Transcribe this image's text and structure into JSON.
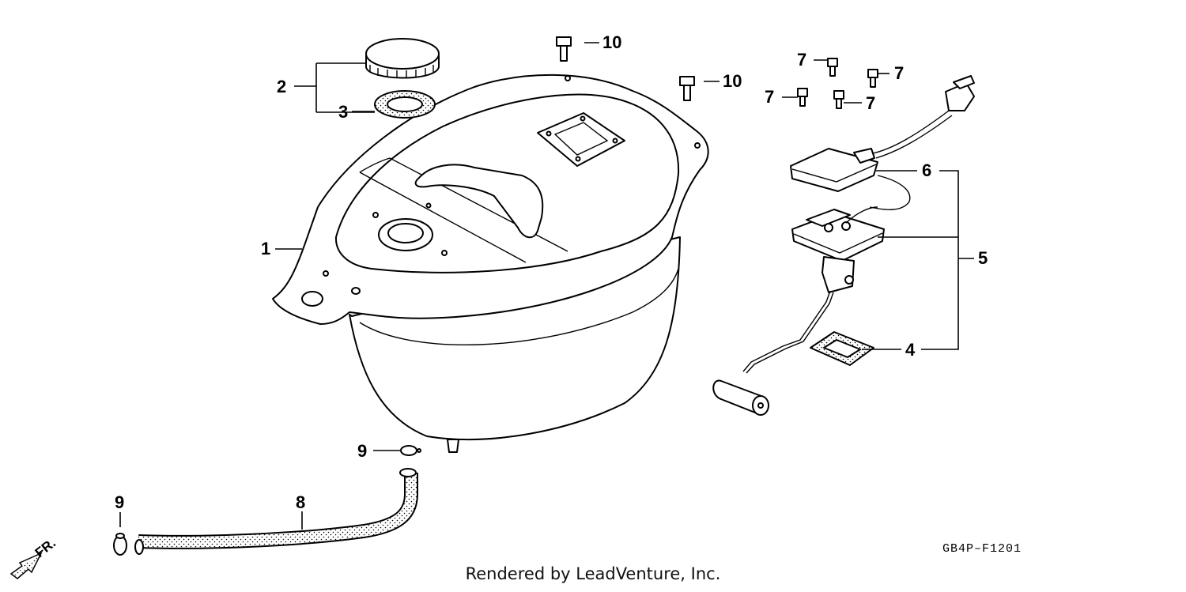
{
  "callouts": {
    "c1": "1",
    "c2": "2",
    "c3": "3",
    "c4": "4",
    "c5": "5",
    "c6": "6",
    "c7a": "7",
    "c7b": "7",
    "c7c": "7",
    "c7d": "7",
    "c8": "8",
    "c9a": "9",
    "c9b": "9",
    "c10a": "10",
    "c10b": "10"
  },
  "diagram_code": "GB4P–F1201",
  "front_indicator": "FR.",
  "credit": "Rendered by LeadVenture, Inc.",
  "colors": {
    "line": "#000000",
    "background": "#ffffff"
  }
}
